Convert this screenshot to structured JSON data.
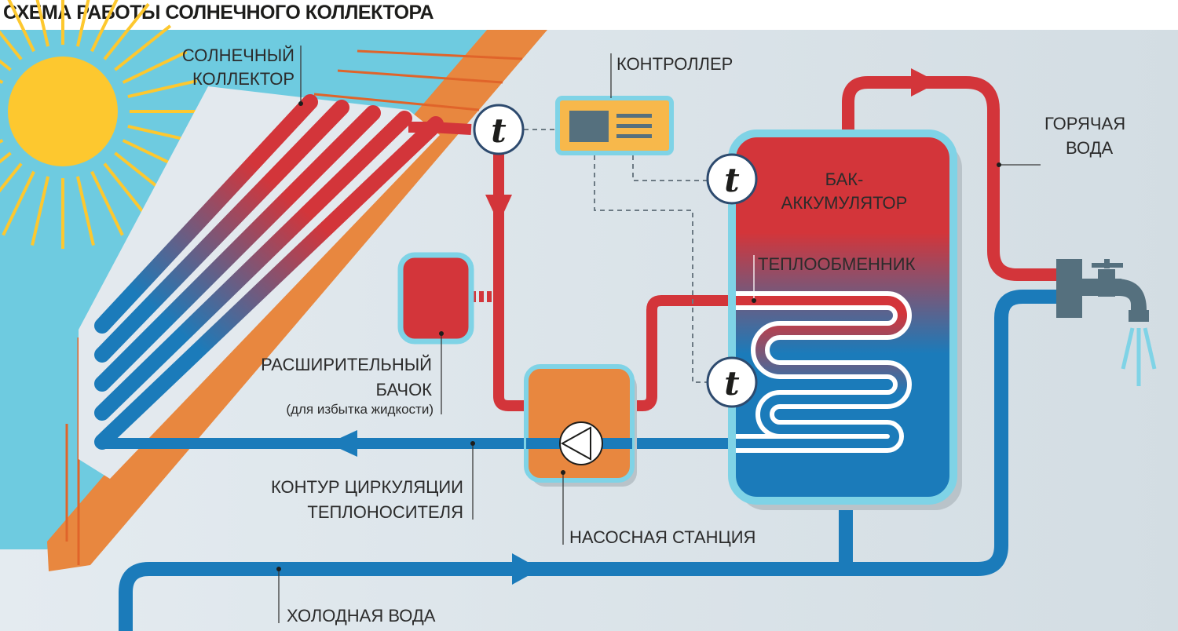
{
  "title": "СХЕМА РАБОТЫ СОЛНЕЧНОГО КОЛЛЕКТОРА",
  "labels": {
    "collector": [
      "СОЛНЕЧНЫЙ",
      "КОЛЛЕКТОР"
    ],
    "controller": "КОНТРОЛЛЕР",
    "hot_water": [
      "ГОРЯЧАЯ",
      "ВОДА"
    ],
    "tank": [
      "БАК-",
      "АККУМУЛЯТОР"
    ],
    "heat_exchanger": "ТЕПЛООБМЕННИК",
    "expansion_tank": [
      "РАСШИРИТЕЛЬНЫЙ",
      "БАЧОК",
      "(для избытка жидкости)"
    ],
    "circuit": [
      "КОНТУР ЦИРКУЛЯЦИИ",
      "ТЕПЛОНОСИТЕЛЯ"
    ],
    "pump_station": "НАСОСНАЯ СТАНЦИЯ",
    "cold_water": "ХОЛОДНАЯ ВОДА"
  },
  "sensor_symbol": "t",
  "icons": [
    "sun-icon",
    "temperature-sensor-icon",
    "pump-icon",
    "faucet-icon",
    "flow-arrow-icon"
  ],
  "colors": {
    "hot": "#d3353a",
    "cold": "#1b7bba",
    "sky": "#6ecbe0",
    "roof": "#e8873f",
    "sun": "#fdc82f",
    "outline": "#7fd3e6",
    "controller": "#f7b84b",
    "faucet": "#55707e"
  }
}
